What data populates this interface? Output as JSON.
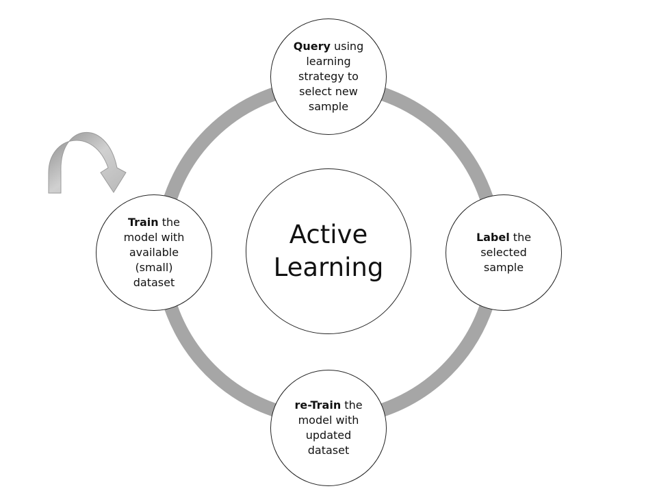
{
  "center": {
    "line1": "Active",
    "line2": "Learning"
  },
  "nodes": {
    "query": {
      "bold": "Query",
      "lines": [
        " using",
        "learning",
        "strategy to",
        "select new",
        "sample"
      ]
    },
    "label": {
      "bold": "Label",
      "lines": [
        " the",
        "selected",
        "sample"
      ]
    },
    "retrain": {
      "bold": "re-Train",
      "lines": [
        " the",
        "model with",
        "updated",
        "dataset"
      ]
    },
    "train": {
      "bold": "Train",
      "lines": [
        " the",
        "model with",
        "available",
        "(small)",
        "dataset"
      ]
    }
  },
  "colors": {
    "ring": "#a6a6a6",
    "loop_arrow": "#bfbfbf",
    "border": "#222222"
  },
  "icons": {
    "loop": "curved-loop-arrow-icon"
  }
}
